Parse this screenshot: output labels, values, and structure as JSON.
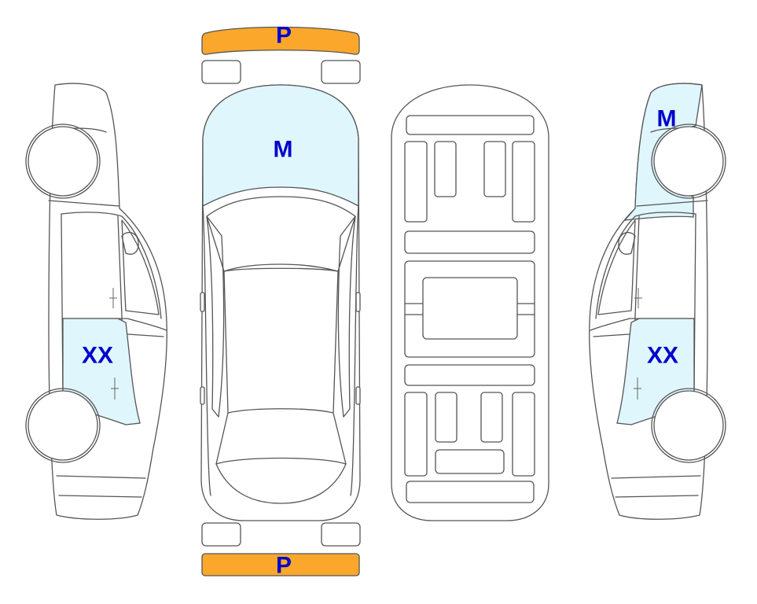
{
  "colors": {
    "outline": "#555555",
    "damage_fill": "#dff6fc",
    "bumper_fill": "#faa72c",
    "label_text": "#0000cc"
  },
  "labels": {
    "front_bumper": "P",
    "rear_bumper": "P",
    "hood": "M",
    "right_front_fender": "M",
    "left_rear_door": "XX",
    "right_rear_door": "XX"
  }
}
